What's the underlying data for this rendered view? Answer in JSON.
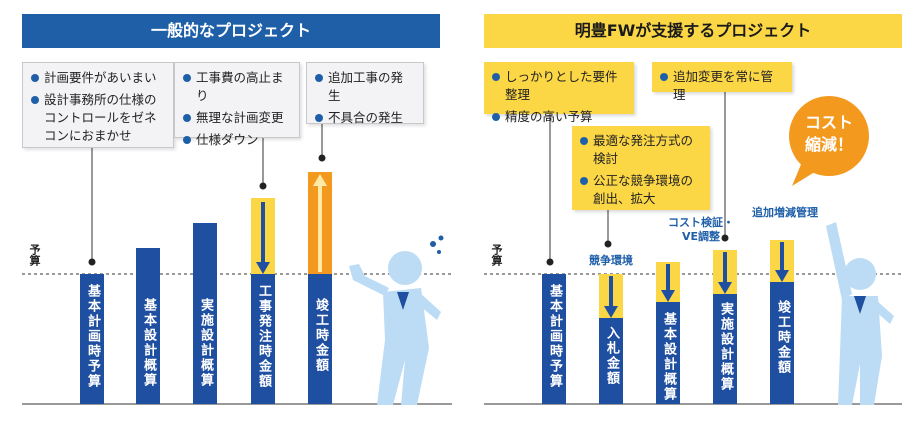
{
  "left": {
    "title": "一般的なプロジェクト",
    "budget_label": "予算",
    "boxes": [
      {
        "items": [
          "計画要件があいまい",
          "設計事務所の仕様のコントロールをゼネコンにおまかせ"
        ]
      },
      {
        "items": [
          "工事費の高止まり",
          "無理な計画変更",
          "仕様ダウン"
        ]
      },
      {
        "items": [
          "追加工事の発生",
          "不具合の発生"
        ]
      }
    ],
    "bars": [
      "基本計画時予算",
      "基本設計概算",
      "実施設計概算",
      "工事発注時金額",
      "竣工時金額"
    ]
  },
  "right": {
    "title": "明豊FWが支援するプロジェクト",
    "budget_label": "予算",
    "boxes": [
      {
        "items": [
          "しっかりとした要件整理",
          "精度の高い予算"
        ]
      },
      {
        "items": [
          "追加変更を常に管理"
        ]
      },
      {
        "items": [
          "最適な発注方式の検討",
          "公正な競争環境の創出、拡大"
        ]
      }
    ],
    "notes": [
      "競争環境",
      "コスト検証・VE調整",
      "追加増減管理"
    ],
    "bars": [
      "基本計画時予算",
      "入札金額",
      "基本設計概算",
      "実施設計概算",
      "竣工時金額"
    ],
    "badge": [
      "コスト",
      "縮減！"
    ]
  },
  "colors": {
    "blue": "#1f4fa0",
    "yellow": "#fbd645",
    "orange": "#f39a1e",
    "figure": "#bcdcf5"
  }
}
